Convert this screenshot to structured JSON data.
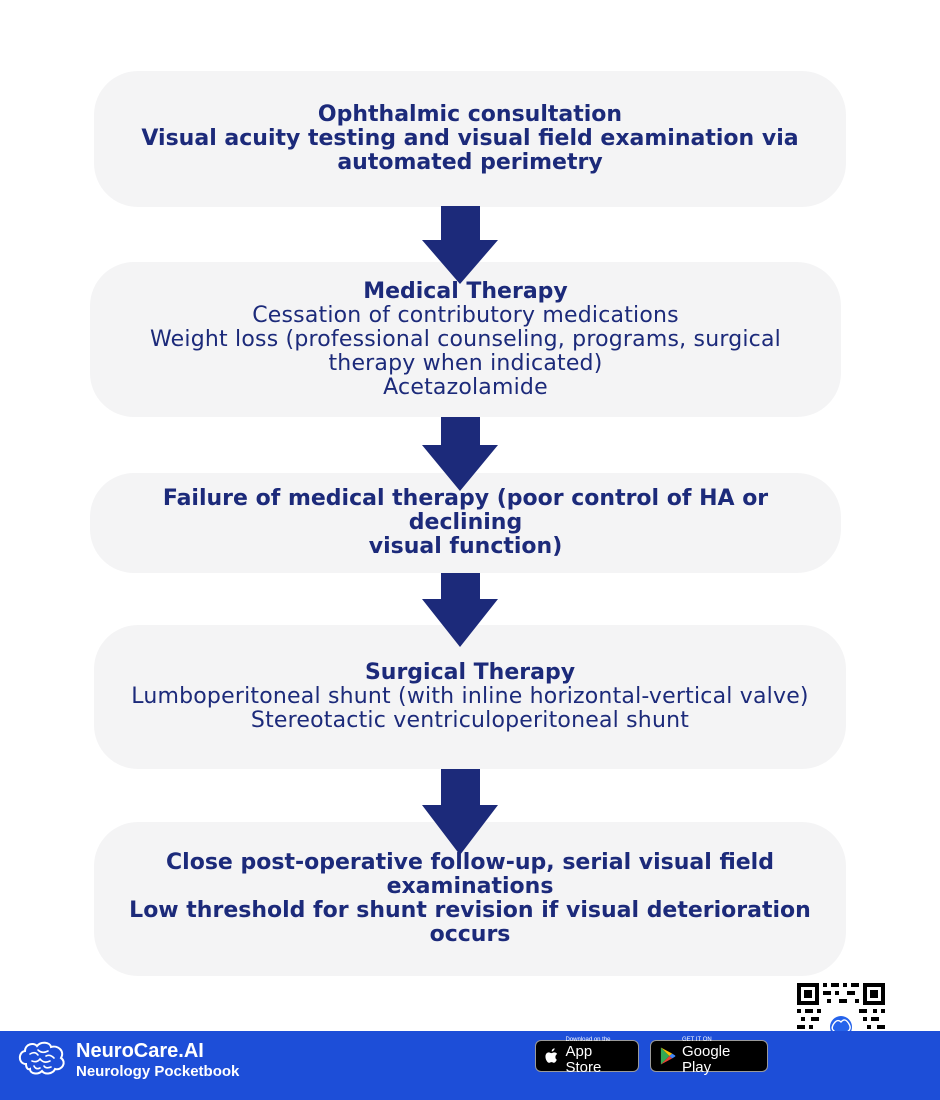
{
  "steps": [
    {
      "lines": [
        "Ophthalmic consultation",
        "Visual acuity testing and visual field examination via",
        "automated perimetry"
      ]
    },
    {
      "title": "Medical Therapy",
      "lines": [
        "Cessation of contributory medications",
        "Weight loss (professional counseling, programs, surgical",
        "therapy when indicated)",
        "Acetazolamide"
      ]
    },
    {
      "lines": [
        "Failure of medical therapy (poor control of HA or declining",
        "visual function)"
      ]
    },
    {
      "title": "Surgical Therapy",
      "lines": [
        "Lumboperitoneal shunt (with inline horizontal-vertical valve)",
        "Stereotactic ventriculoperitoneal shunt"
      ]
    },
    {
      "lines": [
        "Close post-operative follow-up, serial visual field",
        "examinations",
        "Low threshold for shunt revision if visual deterioration",
        "occurs"
      ]
    }
  ],
  "colors": {
    "text": "#1c2a7a",
    "arrow": "#1c2a7a",
    "box": "#f4f4f5",
    "footer": "#1d4ed8"
  },
  "footer": {
    "brand_name": "NeuroCare.AI",
    "brand_sub": "Neurology Pocketbook",
    "app_store_small": "Download on the",
    "app_store_big": "App Store",
    "google_play_small": "GET IT ON",
    "google_play_big": "Google Play",
    "icons": [
      "brain-logo-icon",
      "apple-icon",
      "google-play-icon",
      "qr-code-icon"
    ]
  }
}
